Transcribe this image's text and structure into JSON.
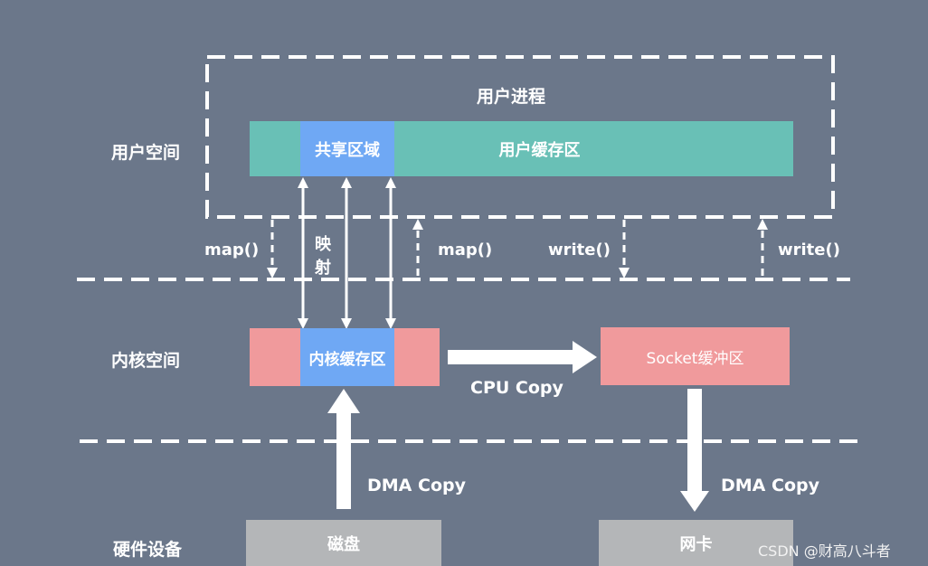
{
  "labels": {
    "user_process": "用户进程",
    "user_space": "用户空间",
    "kernel_space": "内核空间",
    "hardware": "硬件设备"
  },
  "boxes": {
    "shared_area": "共享区域",
    "user_buffer": "用户缓存区",
    "kernel_buffer": "内核缓存区",
    "socket_buffer": "Socket缓冲区",
    "disk": "磁盘",
    "nic": "网卡"
  },
  "operations": {
    "map_left": "map()",
    "mapping_1": "映",
    "mapping_2": "射",
    "map_right": "map()",
    "write_left": "write()",
    "write_right": "write()",
    "cpu_copy": "CPU Copy",
    "dma_copy_left": "DMA Copy",
    "dma_copy_right": "DMA Copy"
  },
  "watermark": "CSDN @财高八斗者",
  "colors": {
    "background": "#6b778a",
    "user_buffer": "#69c0b6",
    "shared_area": "#6fa8f4",
    "kernel_buffer_side": "#f09a9c",
    "socket_buffer": "#f09a9c",
    "hardware_box": "#b4b6b8",
    "line": "#ffffff"
  }
}
